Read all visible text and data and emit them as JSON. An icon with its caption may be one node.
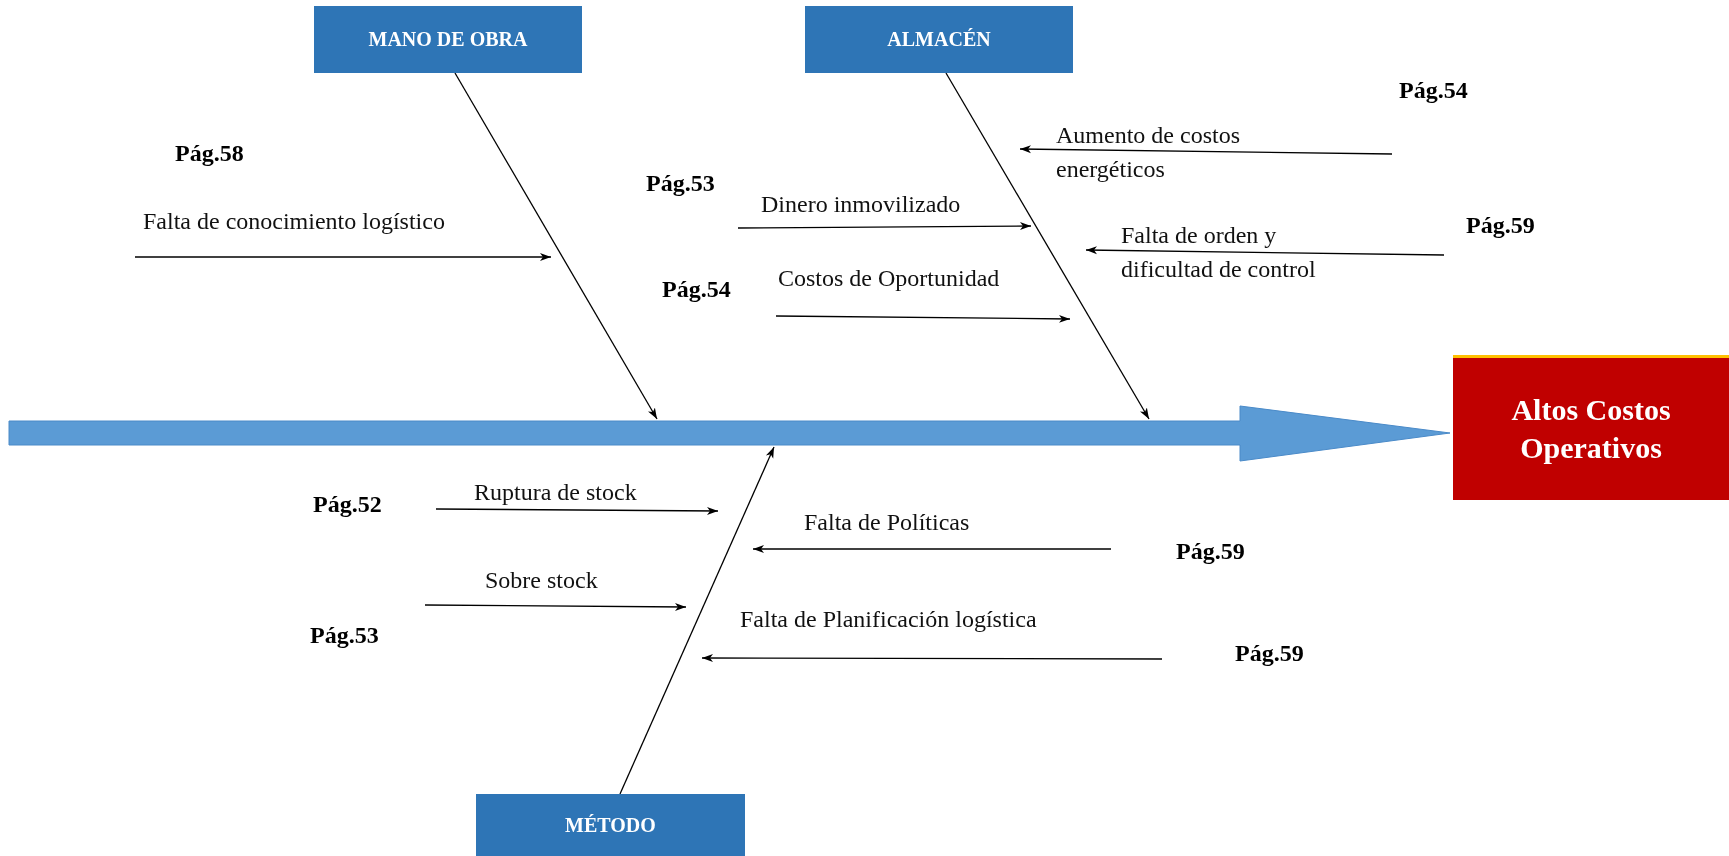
{
  "diagram": {
    "nodes": [
      {
        "text": [
          "MANO DE OBRA"
        ]
      },
      {
        "text": [
          "ALMACÉN"
        ]
      },
      {
        "text": [
          "MÉTODO"
        ]
      },
      {
        "text": [
          "Altos Costos Operativos"
        ]
      },
      {
        "text": [],
        "shape": "arrow"
      },
      {
        "text": [
          "Pág.58"
        ]
      },
      {
        "text": [
          "Pág.53"
        ]
      },
      {
        "text": [
          "Pág.54"
        ]
      },
      {
        "text": [
          "Pág.54"
        ]
      },
      {
        "text": [
          "Pág.59"
        ]
      },
      {
        "text": [
          "Pág.52"
        ]
      },
      {
        "text": [
          "Pág.53"
        ]
      },
      {
        "text": [
          "Pág.59"
        ]
      },
      {
        "text": [
          "Pág.59"
        ]
      }
    ],
    "edges": [
      {
        "from": 0,
        "to": 4,
        "arrow": "to"
      },
      {
        "from": 1,
        "to": 4,
        "arrow": "to"
      },
      {
        "from": 2,
        "to": 4,
        "arrow": "to"
      },
      {
        "from": 5,
        "to": null,
        "arrow": "to",
        "label": "Falta de conocimiento logístico"
      },
      {
        "from": 6,
        "to": null,
        "arrow": "to",
        "label": "Dinero inmovilizado"
      },
      {
        "from": 7,
        "to": null,
        "arrow": "to",
        "label": "Costos de Oportunidad"
      },
      {
        "from": 8,
        "to": null,
        "arrow": "to",
        "label": "Aumento de costos energéticos"
      },
      {
        "from": 9,
        "to": null,
        "arrow": "to",
        "label": "Falta de orden y dificultad de control"
      },
      {
        "from": 10,
        "to": null,
        "arrow": "to",
        "label": "Ruptura de stock"
      },
      {
        "from": 11,
        "to": null,
        "arrow": "to",
        "label": "Sobre stock"
      },
      {
        "from": 12,
        "to": null,
        "arrow": "to",
        "label": "Falta de Políticas"
      },
      {
        "from": 13,
        "to": null,
        "arrow": "to",
        "label": "Falta de Planificación logística"
      }
    ]
  }
}
